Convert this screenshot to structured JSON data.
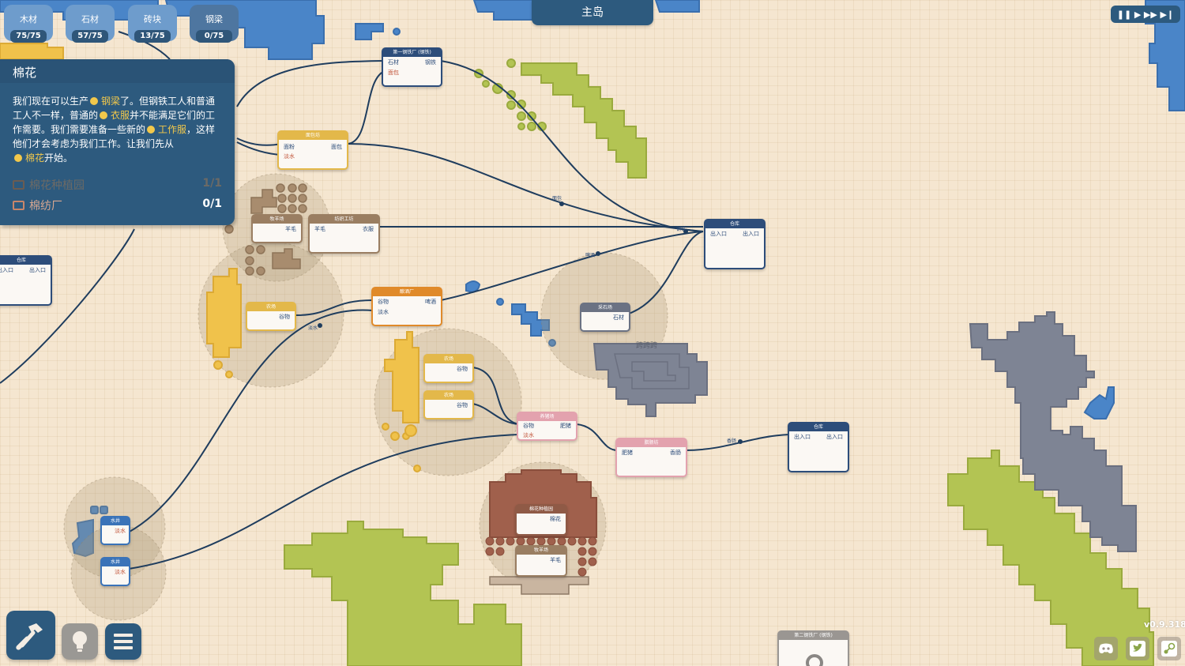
{
  "resources": [
    {
      "label": "木材",
      "count": "75/75"
    },
    {
      "label": "石材",
      "count": "57/75"
    },
    {
      "label": "砖块",
      "count": "13/75"
    },
    {
      "label": "钢梁",
      "count": "0/75"
    }
  ],
  "island_tab": "主岛",
  "speed_controls": {
    "pause": "❚❚",
    "play": "▶",
    "fast": "▶▶",
    "fastest": "▶❙"
  },
  "quest": {
    "title": "棉花",
    "text_parts": {
      "p1": "我们现在可以生产",
      "h1": "钢梁",
      "p2": "了。但钢铁工人和普通工人不一样，普通的",
      "h2": "衣服",
      "p3": "并不能满足它们的工作需要。我们需要准备一些新的",
      "h3": "工作服",
      "p4": "，这样他们才会考虑为我们工作。让我们先从",
      "h4": "棉花",
      "p5": "开始。"
    },
    "tasks": [
      {
        "label": "棉花种植园",
        "count": "1/1",
        "status": "done"
      },
      {
        "label": "棉纺厂",
        "count": "0/1",
        "status": "active"
      }
    ]
  },
  "nodes": {
    "steelworks": {
      "title": "第一钢铁厂 (钢铁)",
      "in1": "石材",
      "in2": "面包",
      "out": "钢铁"
    },
    "bakery": {
      "title": "面包坊",
      "in1": "面粉",
      "in2": "淡水",
      "out": "面包"
    },
    "sheep_farm": {
      "title": "牧羊场",
      "out": "羊毛"
    },
    "textile": {
      "title": "纺织工坊",
      "in1": "羊毛",
      "out": "衣服"
    },
    "warehouse_top": {
      "title": "仓库",
      "in": "出入口",
      "out": "出入口"
    },
    "warehouse_left": {
      "title": "仓库",
      "in": "出入口",
      "out": "出入口"
    },
    "farm1": {
      "title": "农场",
      "out": "谷物"
    },
    "brewery": {
      "title": "酿酒厂",
      "in1": "谷物",
      "in2": "淡水",
      "out": "啤酒"
    },
    "quarry": {
      "title": "采石场",
      "out": "石材"
    },
    "farm2": {
      "title": "农场",
      "out": "谷物"
    },
    "farm3": {
      "title": "农场",
      "out": "谷物"
    },
    "pig_farm": {
      "title": "养猪场",
      "in1": "谷物",
      "in2": "淡水",
      "out": "肥猪"
    },
    "sausage": {
      "title": "腊肠坊",
      "in1": "肥猪",
      "out": "香肠"
    },
    "warehouse_right": {
      "title": "仓库",
      "in": "出入口",
      "out": "出入口"
    },
    "cotton_plantation": {
      "title": "棉花种植园",
      "out": "棉花"
    },
    "sheep_farm2": {
      "title": "牧羊场",
      "out": "羊毛"
    },
    "well1": {
      "title": "水井",
      "out": "淡水"
    },
    "well2": {
      "title": "水井",
      "out": "淡水"
    },
    "steelworks2": {
      "title": "第二钢铁厂 (钢铁)"
    }
  },
  "connection_labels": {
    "bread": "面包",
    "steel": "钢铁",
    "beer": "啤酒",
    "water": "淡水",
    "sausage": "香肠"
  },
  "area_labels": {
    "mountain": "跨跨跨"
  },
  "toolbar": {
    "build": "build",
    "ideas": "ideas",
    "menu": "menu"
  },
  "version": "v0.9.318",
  "social": {
    "discord": "discord",
    "twitter": "twitter",
    "steam": "steam"
  },
  "colors": {
    "panel": "#2d5a7e",
    "highlight": "#f2c84b",
    "background": "#f5e6d0",
    "water": "#4a85c8",
    "grass": "#b3c453",
    "rock": "#7e8494"
  }
}
